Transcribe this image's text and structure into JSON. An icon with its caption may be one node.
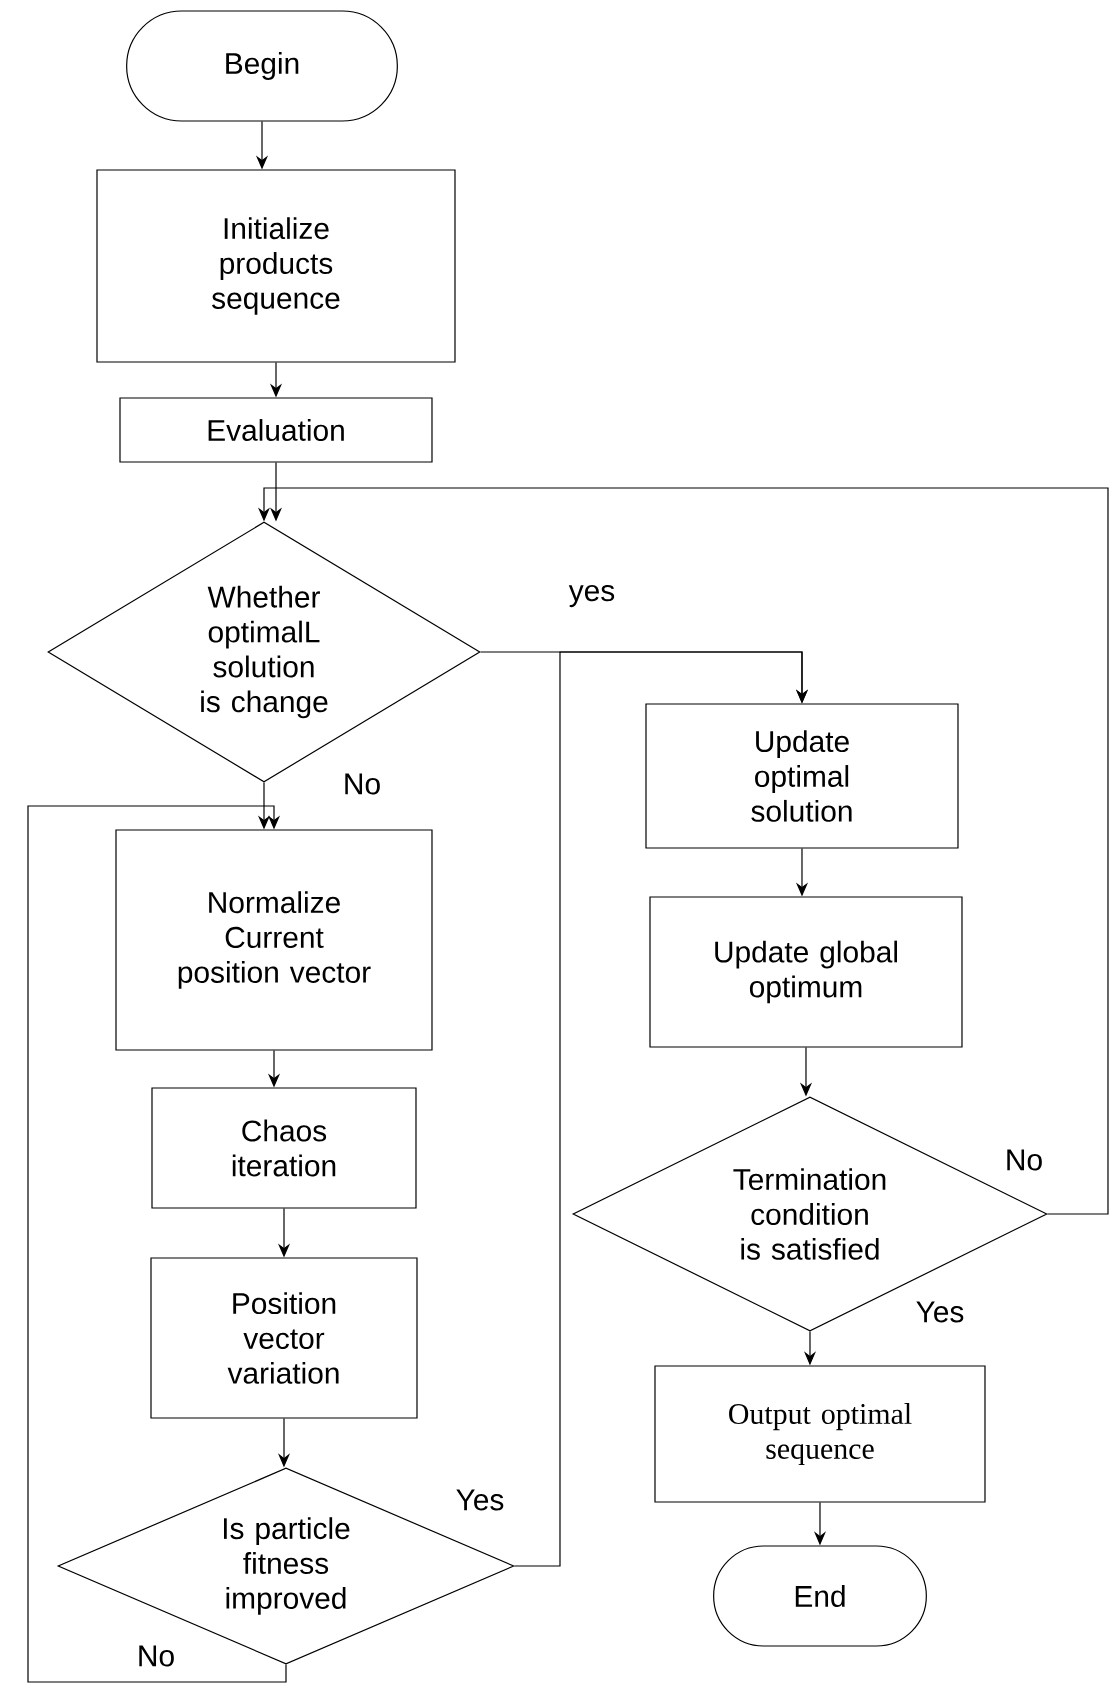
{
  "diagram": {
    "nodes": [
      {
        "text": [
          "Begin"
        ]
      },
      {
        "text": [
          "Initialize products sequence"
        ]
      },
      {
        "text": [
          "Evaluation"
        ]
      },
      {
        "text": [
          "Whether optimalL solution is change"
        ]
      },
      {
        "text": [
          "Update optimal solution"
        ]
      },
      {
        "text": [
          "Normalize Current position vector"
        ]
      },
      {
        "text": [
          "Update global optimum"
        ]
      },
      {
        "text": [
          "Chaos iteration"
        ]
      },
      {
        "text": [
          "Position vector variation"
        ]
      },
      {
        "text": [
          "Termination condition is satisfied"
        ]
      },
      {
        "text": [
          "Output optimal sequence"
        ]
      },
      {
        "text": [
          "Is particle fitness improved"
        ]
      },
      {
        "text": [
          "End"
        ]
      }
    ],
    "edges": [
      {
        "from": 0,
        "to": 1,
        "arrow": "to"
      },
      {
        "from": 1,
        "to": 2,
        "arrow": "to"
      },
      {
        "from": 2,
        "to": 3,
        "arrow": "to"
      },
      {
        "from": 3,
        "to": 4,
        "arrow": "to",
        "label": "yes"
      },
      {
        "from": 3,
        "to": 5,
        "arrow": "to",
        "label": "No"
      },
      {
        "from": 5,
        "to": 7,
        "arrow": "to"
      },
      {
        "from": 7,
        "to": 8,
        "arrow": "to"
      },
      {
        "from": 8,
        "to": 11,
        "arrow": "to"
      },
      {
        "from": 11,
        "to": 5,
        "arrow": "to",
        "label": "No"
      },
      {
        "from": 11,
        "to": 4,
        "arrow": "to",
        "label": "Yes"
      },
      {
        "from": 4,
        "to": 6,
        "arrow": "to"
      },
      {
        "from": 6,
        "to": 9,
        "arrow": "to"
      },
      {
        "from": 9,
        "to": 10,
        "arrow": "to",
        "label": "Yes"
      },
      {
        "from": 9,
        "to": 3,
        "arrow": "to",
        "label": "No"
      },
      {
        "from": 10,
        "to": 12,
        "arrow": "to"
      }
    ]
  }
}
